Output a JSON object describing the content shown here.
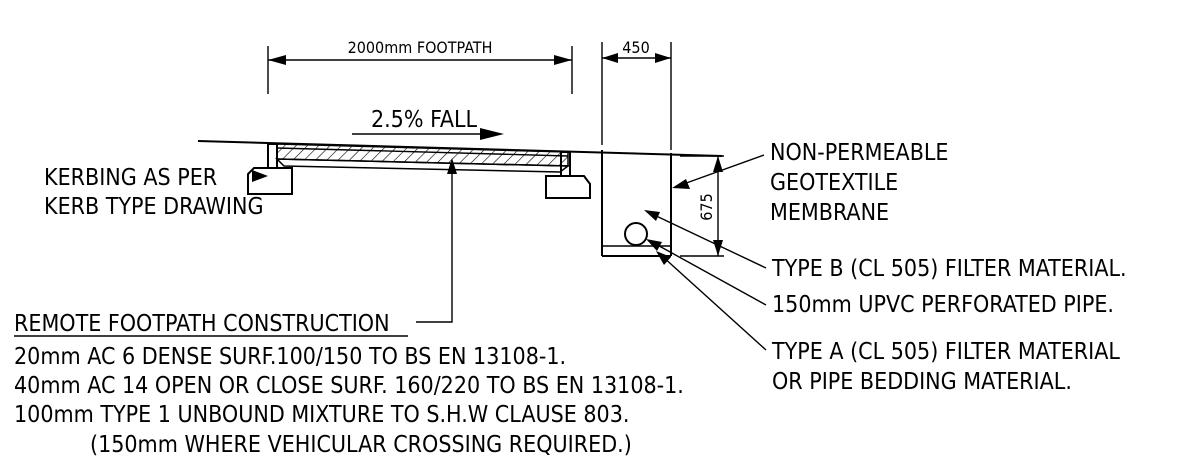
{
  "dimensions": {
    "footpath_width": "2000mm FOOTPATH",
    "trench_width": "450",
    "trench_depth": "675"
  },
  "fall_label": "2.5% FALL",
  "left_note": {
    "line1": "KERBING AS PER",
    "line2": "KERB TYPE DRAWING"
  },
  "right_notes": {
    "membrane_line1": "NON-PERMEABLE",
    "membrane_line2": "GEOTEXTILE",
    "membrane_line3": "MEMBRANE",
    "filter_b": "TYPE B (CL 505) FILTER MATERIAL.",
    "pipe": "150mm UPVC PERFORATED PIPE.",
    "filter_a_line1": "TYPE A (CL 505) FILTER MATERIAL",
    "filter_a_line2": "OR PIPE BEDDING MATERIAL."
  },
  "construction": {
    "heading": "REMOTE FOOTPATH CONSTRUCTION",
    "layers": [
      "20mm AC 6 DENSE SURF.100/150 TO BS EN 13108-1.",
      "40mm AC 14 OPEN OR CLOSE SURF. 160/220 TO BS EN 13108-1.",
      "100mm TYPE 1 UNBOUND MIXTURE TO S.H.W CLAUSE 803.",
      "(150mm WHERE VEHICULAR CROSSING REQUIRED.)"
    ]
  }
}
